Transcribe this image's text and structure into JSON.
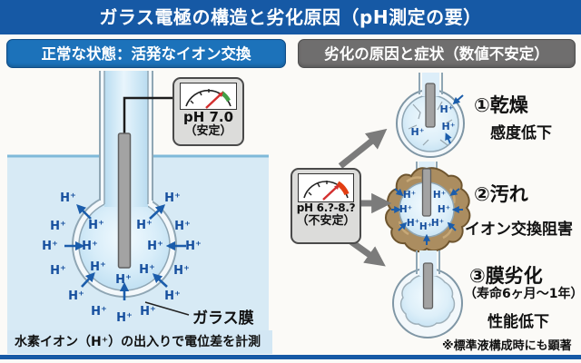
{
  "title": "ガラス電極の構造と劣化原因（pH測定の要）",
  "h_ion": "H⁺",
  "left_panel": {
    "header": "正常な状態：活発なイオン交換",
    "meter": {
      "value": "pH 7.0",
      "status": "（安定）"
    },
    "membrane_label": "ガラス膜",
    "caption": "水素イオン（H⁺）の出入りで電位差を計測"
  },
  "right_panel": {
    "header": "劣化の原因と症状（数値不安定）",
    "meter": {
      "value": "pH 6.?-8.?",
      "status": "（不安定）"
    },
    "items": [
      {
        "title": "①乾燥",
        "effect": "感度低下"
      },
      {
        "title": "②汚れ",
        "effect": "イオン交換阻害"
      },
      {
        "title": "③膜劣化",
        "lifespan": "（寿命6ヶ月～1年）",
        "effect": "性能低下"
      }
    ],
    "footnote": "※標準液構成時にも顕著"
  },
  "colors": {
    "title_bar": "#1659a5",
    "normal_badge_blue": "#1c72ba",
    "degraded_badge_gray": "#6f6e6e",
    "stable_zone_green": "#43a047",
    "unstable_zone_red": "#e23d12",
    "needle_red": "#d32f2f",
    "ion_blue": "#164f9e",
    "solution_blue": "#d7eaf5",
    "contamination_brown": "#ab8d60"
  }
}
